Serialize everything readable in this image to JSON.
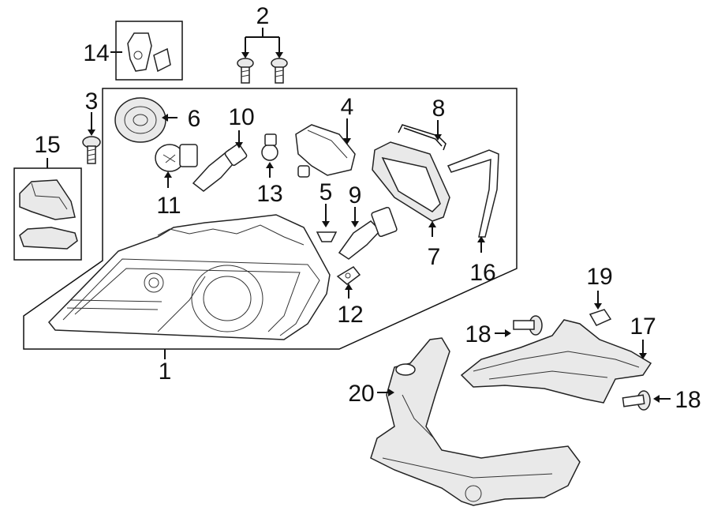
{
  "callouts": {
    "c1": "1",
    "c2": "2",
    "c3": "3",
    "c4": "4",
    "c5": "5",
    "c6": "6",
    "c7": "7",
    "c8": "8",
    "c9": "9",
    "c10": "10",
    "c11": "11",
    "c12": "12",
    "c13": "13",
    "c14": "14",
    "c15": "15",
    "c16": "16",
    "c17": "17",
    "c18a": "18",
    "c18b": "18",
    "c19": "19",
    "c20": "20"
  }
}
